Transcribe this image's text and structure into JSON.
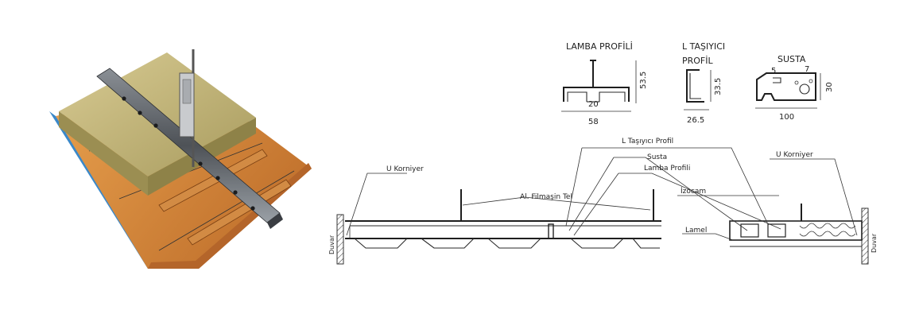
{
  "profiles": {
    "lamba": {
      "title": "LAMBA PROFİLİ",
      "height": "53.5",
      "web": "20",
      "width": "58"
    },
    "l_tasiyici": {
      "title_line1": "L TAŞIYICI",
      "title_line2": "PROFİL",
      "height": "33.5",
      "width": "26.5"
    },
    "susta": {
      "title": "SUSTA",
      "dim_a": "5",
      "dim_b": "7",
      "height": "30",
      "width": "100"
    }
  },
  "section_labels": {
    "u_korniyer_left": "U Korniyer",
    "u_korniyer_right": "U Korniyer",
    "l_tasiyici_profil": "L Taşıyıcı Profil",
    "susta": "Susta",
    "lamba_profili": "Lamba Profili",
    "al_filmasin_tel": "Al. Filmaşin Tel",
    "izocam": "İzocam",
    "lamel": "Lamel",
    "duvar_left": "Duvar",
    "duvar_right": "Duvar"
  },
  "colors": {
    "insulation": "#c8b878",
    "panel": "#d3893e",
    "panel_edge": "#3a88c9",
    "rail": "#6a6e74"
  }
}
